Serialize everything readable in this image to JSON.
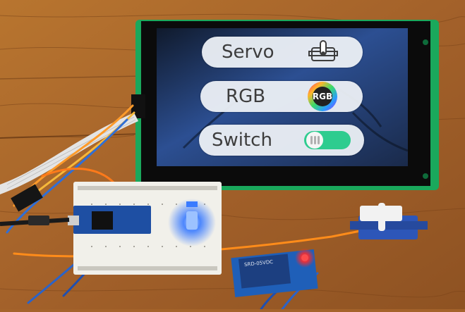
{
  "screen": {
    "buttons": [
      {
        "label": "Servo",
        "icon": "servo-icon"
      },
      {
        "label": "RGB",
        "icon": "rgb-color-wheel-icon"
      },
      {
        "label": "Switch",
        "icon": "toggle-switch-icon"
      }
    ],
    "rgb_icon_text": "RGB",
    "toggle_state": "on",
    "toggle_color": "#2ecc8f"
  },
  "relay_module": {
    "label": "SRD-05VDC"
  },
  "colors": {
    "wood": "#a4632a",
    "display_pcb": "#1aa85c",
    "led_glow": "#3a7bff",
    "relay_board": "#1f5fb8",
    "servo_body": "#2d56b8"
  }
}
